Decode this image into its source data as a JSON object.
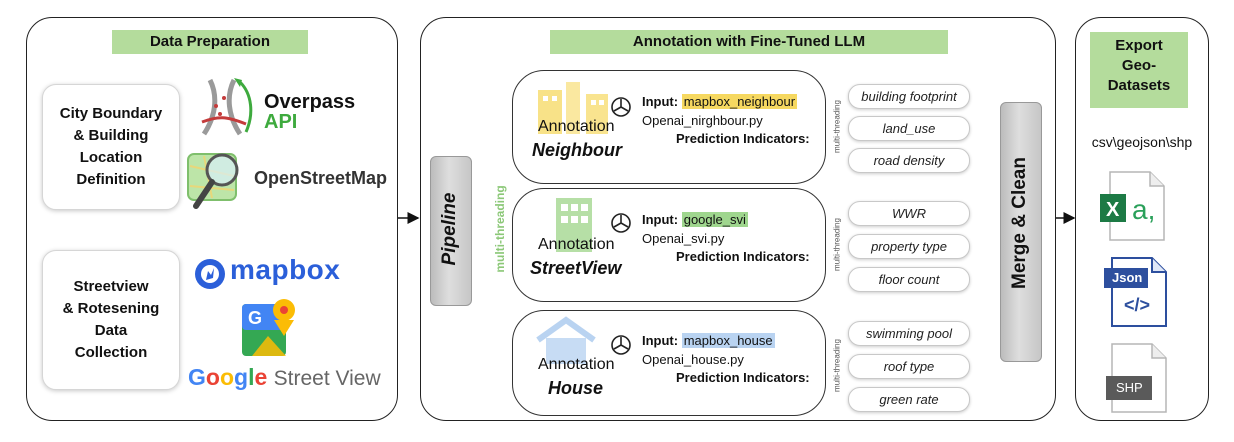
{
  "prep": {
    "title": "Data Preparation",
    "box1_lines": [
      "City Boundary",
      "& Building",
      "Location",
      "Definition"
    ],
    "box2_lines": [
      "Streetview",
      "& Rotesening",
      "Data",
      "Collection"
    ],
    "overpass_line1": "Overpass",
    "overpass_line2": "API",
    "osm": "OpenStreetMap",
    "mapbox": "mapbox",
    "google": "Google",
    "street_view": " Street View"
  },
  "annotation": {
    "title": "Annotation with Fine-Tuned LLM",
    "pipeline": "Pipeline",
    "multithreading": "multi-threading",
    "merge_clean": "Merge & Clean",
    "cards": [
      {
        "label": "Annotation",
        "name": "Neighbour",
        "input_label": "Input:",
        "input_value": "mapbox_neighbour",
        "input_color": "#f6d860",
        "script": "Openai_nirghbour.py",
        "prediction": "Prediction Indicators:",
        "thread_label": "multi-threading",
        "tags": [
          "building footprint",
          "land_use",
          "road density"
        ]
      },
      {
        "label": "Annotation",
        "name": "StreetView",
        "input_label": "Input:",
        "input_value": "google_svi",
        "input_color": "#9fd68e",
        "script": "Openai_svi.py",
        "prediction": "Prediction Indicators:",
        "thread_label": "multi-threading",
        "tags": [
          "WWR",
          "property type",
          "floor count"
        ]
      },
      {
        "label": "Annotation",
        "name": "House",
        "input_label": "Input:",
        "input_value": "mapbox_house",
        "input_color": "#b9d3f1",
        "script": "Openai_house.py",
        "prediction": "Prediction Indicators:",
        "thread_label": "multi-threading",
        "tags": [
          "swimming pool",
          "roof type",
          "green rate"
        ]
      }
    ]
  },
  "export": {
    "title_lines": [
      "Export",
      "Geo-",
      "Datasets"
    ],
    "formats": "csv\\geojson\\shp",
    "json_label": "Json",
    "code_label": "</>",
    "shp_label": "SHP",
    "excel_x": "X",
    "excel_a": "a,"
  },
  "colors": {
    "header_green": "#b4dc9c",
    "thread_green": "#9ed08a",
    "neighbour_yellow": "#f6d860",
    "house_blue": "#b9d3f1",
    "excel_green": "#1d7a45",
    "json_blue": "#2d4f9e",
    "shp_gray": "#5a5a5a"
  }
}
